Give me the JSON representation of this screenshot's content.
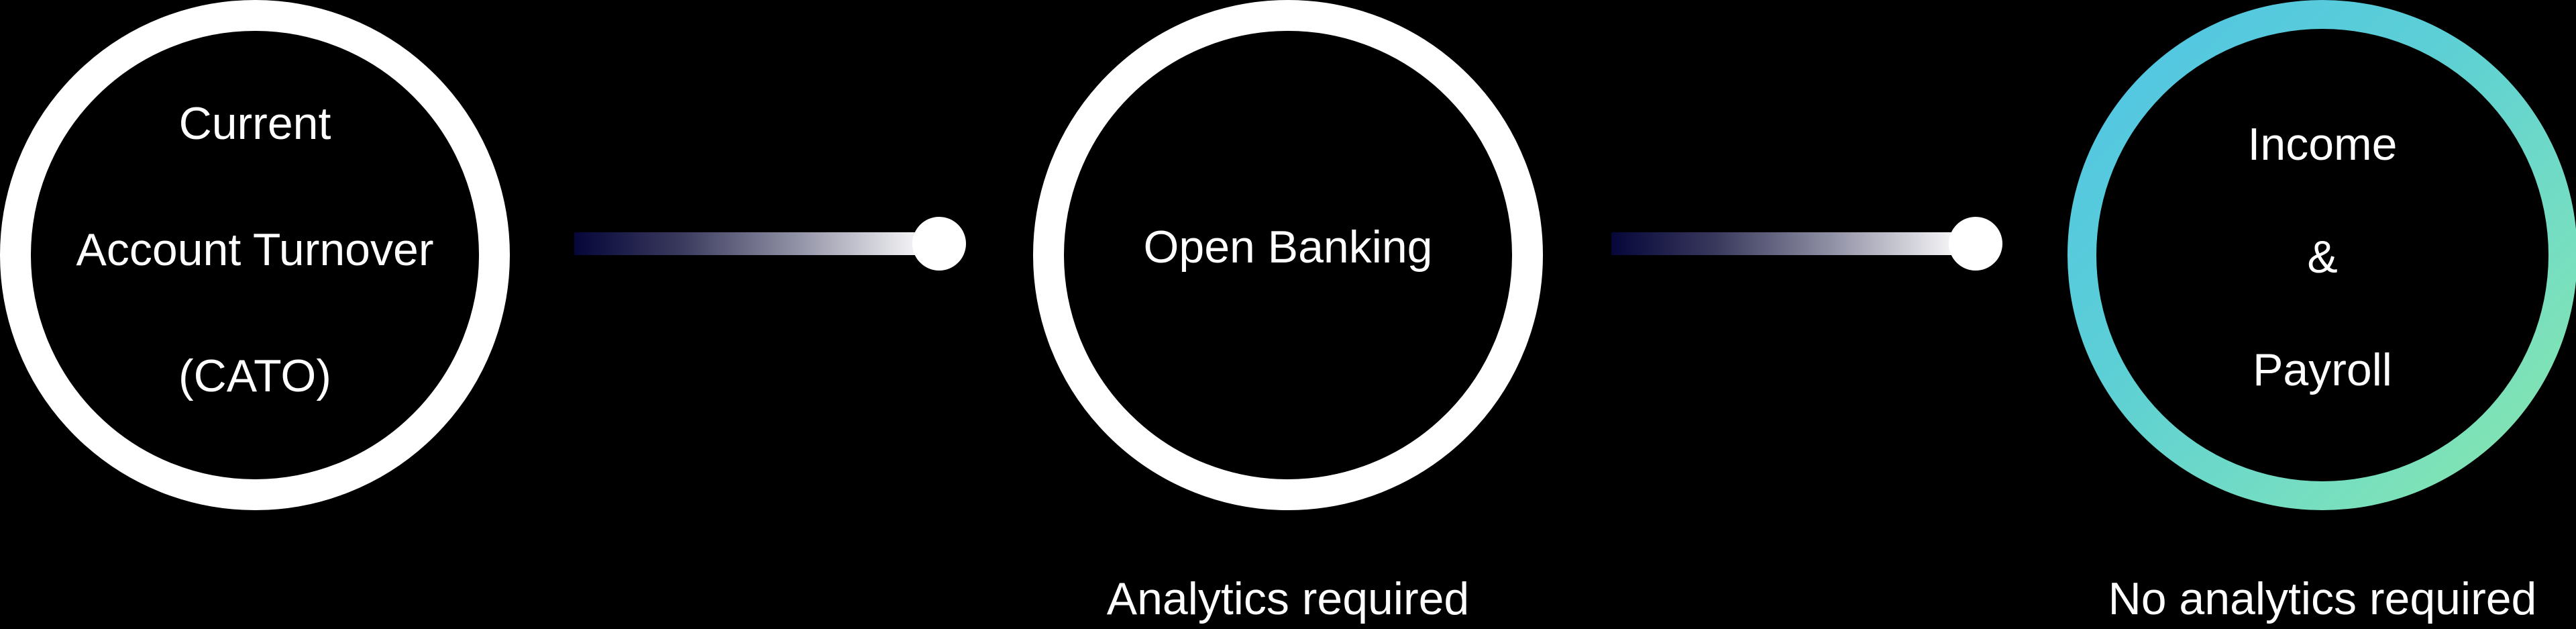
{
  "diagram": {
    "nodes": [
      {
        "id": "cato",
        "label_lines": [
          "Current",
          "Account Turnover",
          "(CATO)"
        ],
        "ring_style": "white",
        "caption": ""
      },
      {
        "id": "open-banking",
        "label_lines": [
          "Open Banking"
        ],
        "ring_style": "white",
        "caption": "Analytics required"
      },
      {
        "id": "income-payroll",
        "label_lines": [
          "Income",
          "&",
          "Payroll"
        ],
        "ring_style": "gradient",
        "caption": "No analytics required"
      }
    ],
    "connectors": [
      {
        "from": "cato",
        "to": "open-banking",
        "style": "gradient-bar-with-dot"
      },
      {
        "from": "open-banking",
        "to": "income-payroll",
        "style": "gradient-bar-with-dot"
      }
    ]
  },
  "colors": {
    "background": "#000000",
    "ring_white": "#ffffff",
    "ring_gradient_start": "#4fc3e6",
    "ring_gradient_end": "#8ae8a6",
    "connector_start": "#06063a",
    "connector_end": "#ffffff",
    "text": "#ffffff"
  }
}
